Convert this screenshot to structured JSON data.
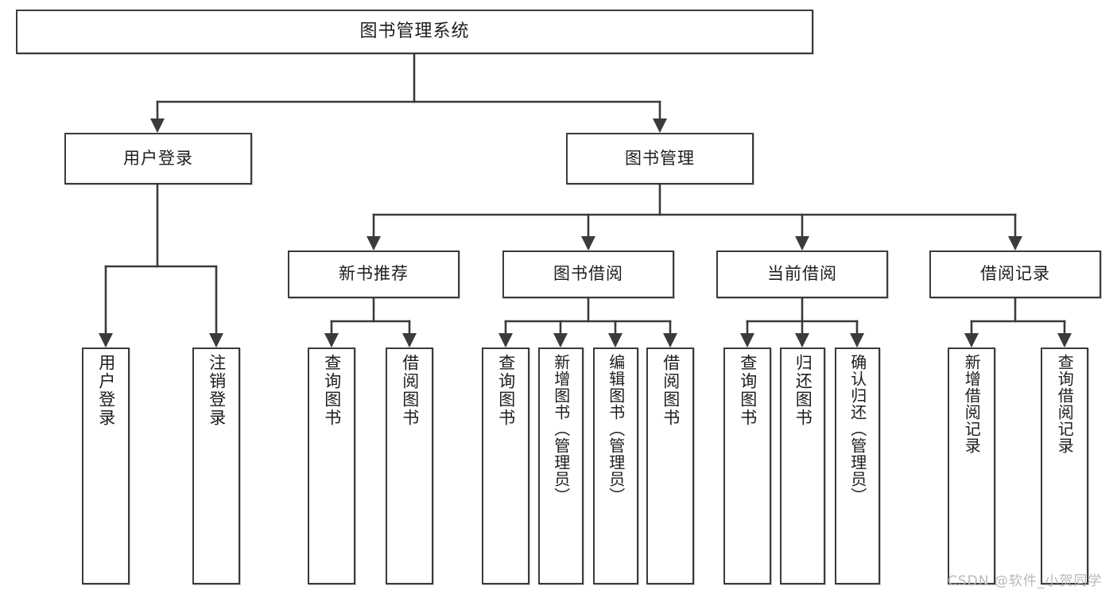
{
  "diagram": {
    "title": "图书管理系统",
    "type": "tree-hierarchy",
    "orientation": "top-down",
    "theme": {
      "background": "#ffffff",
      "node_fill": "#ffffff",
      "node_border": "#3b3b3b",
      "edge_color": "#3b3b3b",
      "text_color": "#1d1d1d",
      "watermark_color": "#b9b9b9"
    },
    "watermark": "CSDN @软件_小贺同学",
    "root": {
      "label": "图书管理系统"
    },
    "level2": [
      {
        "label": "用户登录"
      },
      {
        "label": "图书管理"
      }
    ],
    "level3": [
      {
        "label": "新书推荐"
      },
      {
        "label": "图书借阅"
      },
      {
        "label": "当前借阅"
      },
      {
        "label": "借阅记录"
      }
    ],
    "leaves": {
      "user_login": [
        {
          "label": "用户登录"
        },
        {
          "label": "注销登录"
        }
      ],
      "new_book": [
        {
          "label": "查询图书"
        },
        {
          "label": "借阅图书"
        }
      ],
      "book_borrow": [
        {
          "label": "查询图书"
        },
        {
          "label": "新增图书（管理员）"
        },
        {
          "label": "编辑图书（管理员）"
        },
        {
          "label": "借阅图书"
        }
      ],
      "current_borrow": [
        {
          "label": "查询图书"
        },
        {
          "label": "归还图书"
        },
        {
          "label": "确认归还（管理员）"
        }
      ],
      "borrow_record": [
        {
          "label": "新增借阅记录"
        },
        {
          "label": "查询借阅记录"
        }
      ]
    }
  }
}
